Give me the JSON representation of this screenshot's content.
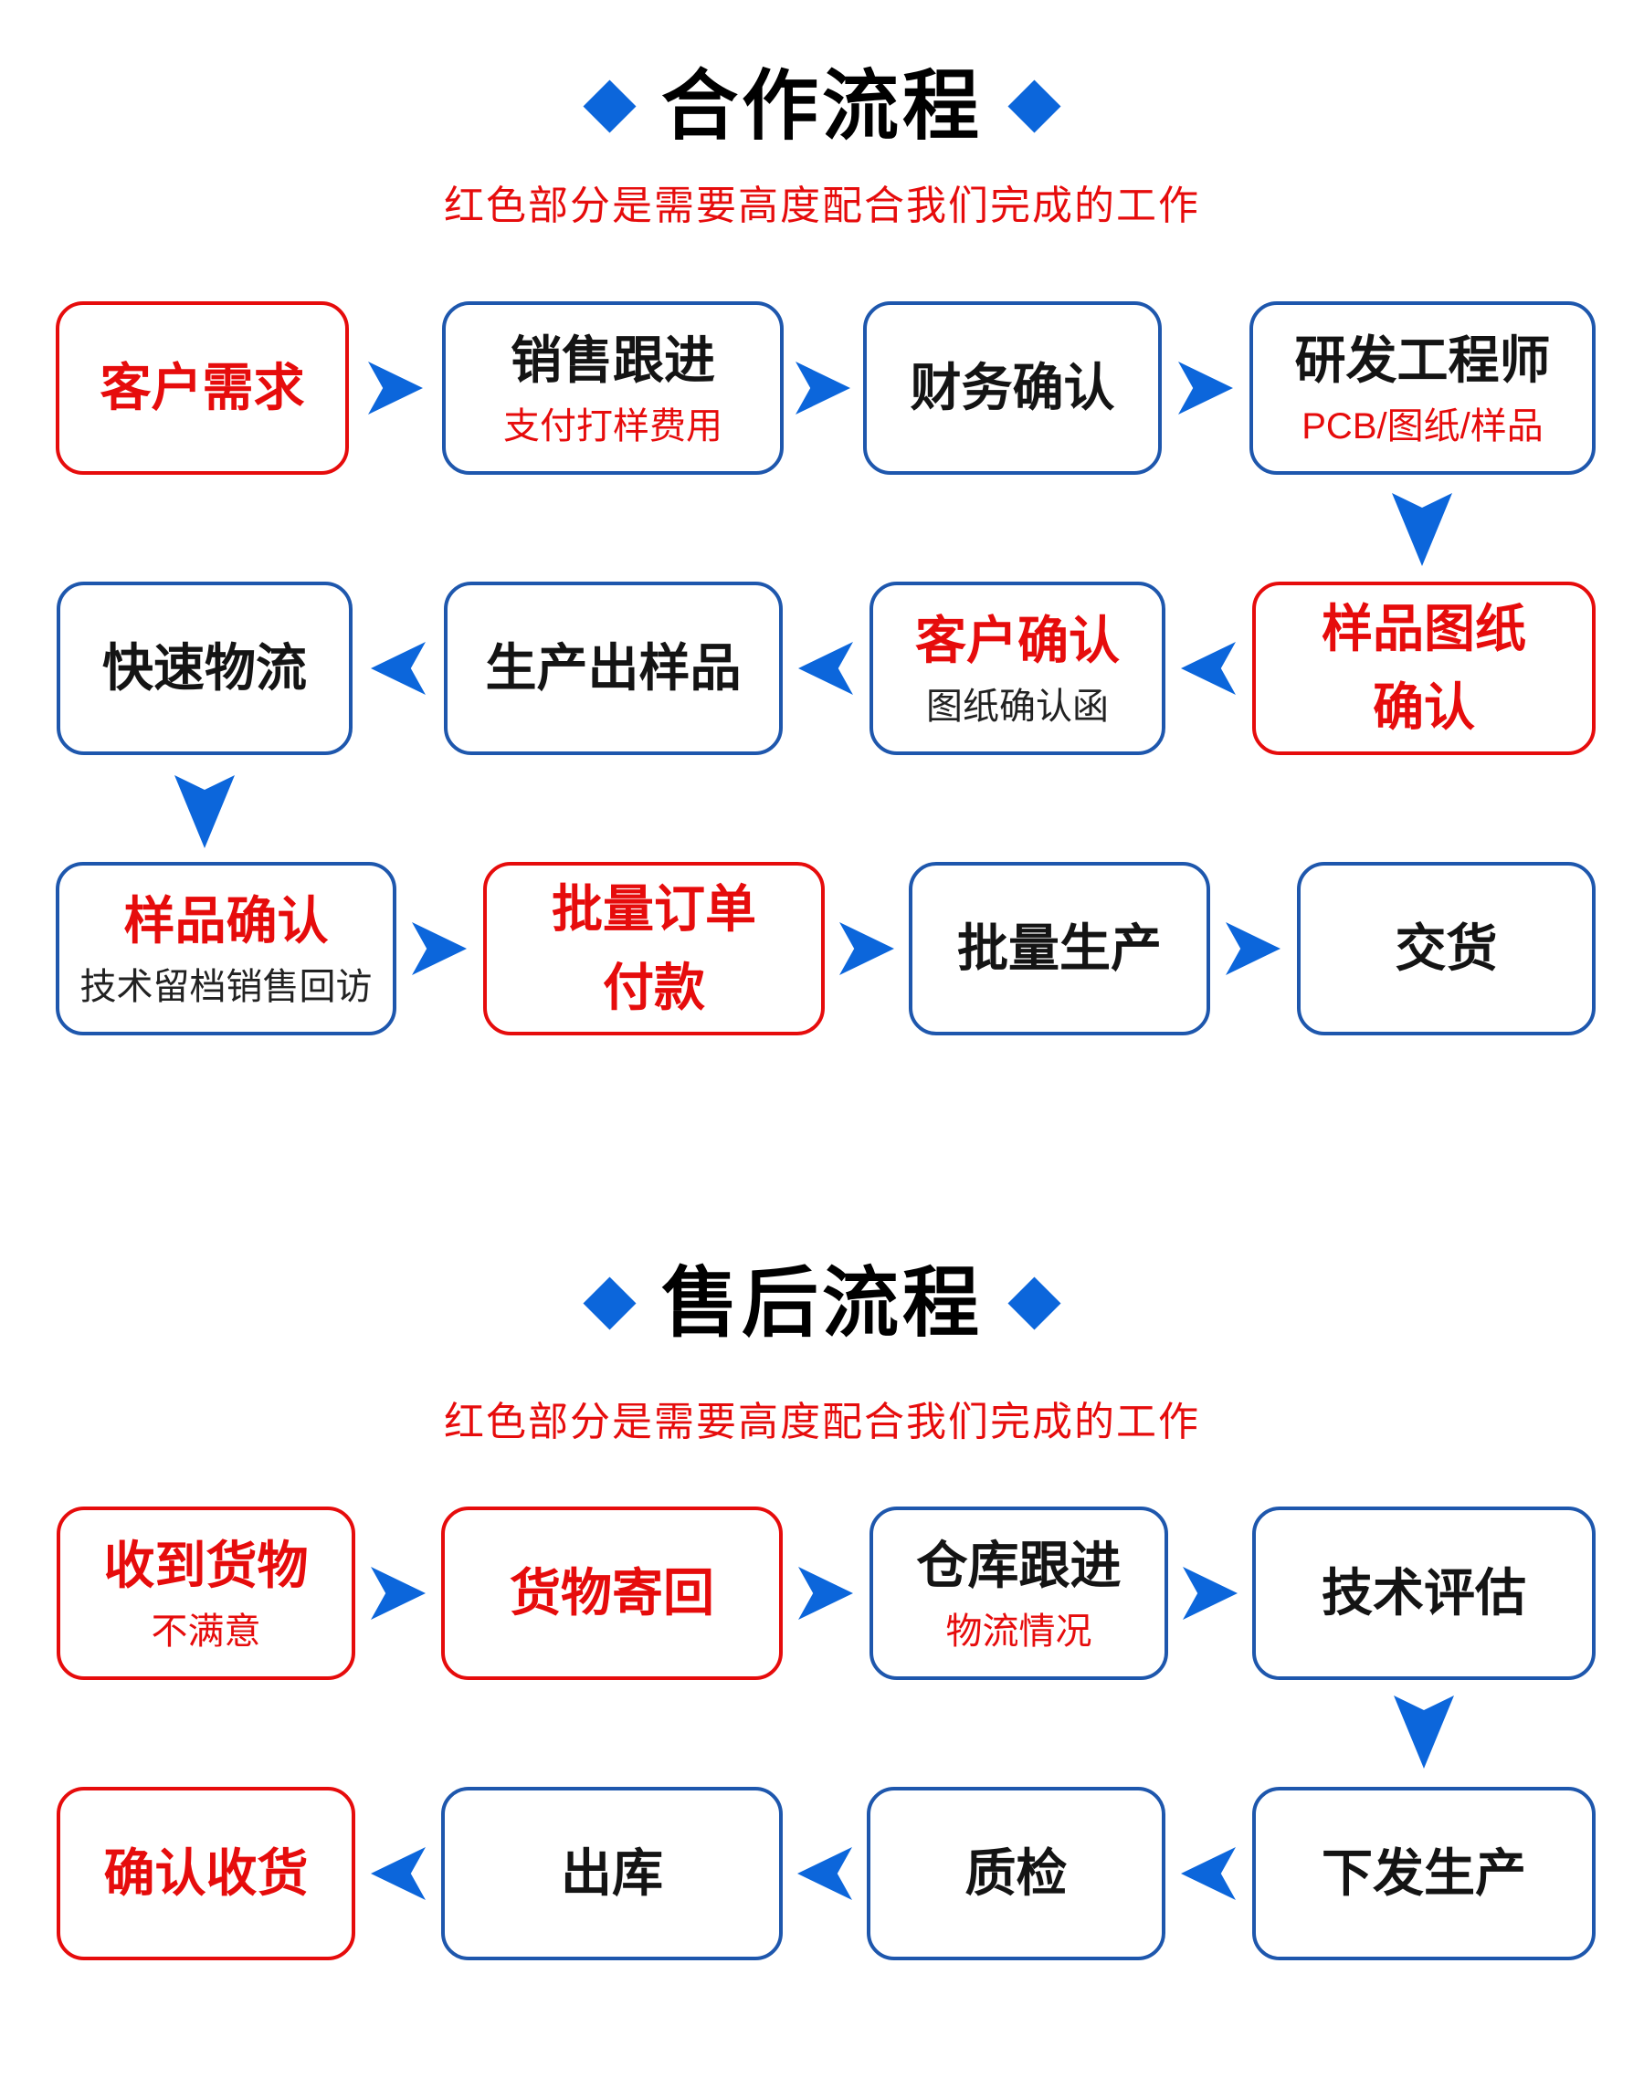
{
  "colors": {
    "arrow_blue": "#0c66db",
    "box_border_blue": "#1e57ad",
    "red": "#e60c0c",
    "black": "#141414"
  },
  "section1": {
    "title": "合作流程",
    "subtitle": "红色部分是需要高度配合我们完成的工作",
    "row1": {
      "box1": {
        "title": "客户需求"
      },
      "box2": {
        "title": "销售跟进",
        "subtitle": "支付打样费用"
      },
      "box3": {
        "title": "财务确认"
      },
      "box4": {
        "title": "研发工程师",
        "subtitle": "PCB/图纸/样品"
      }
    },
    "row2": {
      "box1": {
        "title": "快速物流"
      },
      "box2": {
        "title": "生产出样品"
      },
      "box3": {
        "title": "客户确认",
        "subtitle": "图纸确认函"
      },
      "box4": {
        "line1": "样品图纸",
        "line2": "确认"
      }
    },
    "row3": {
      "box1": {
        "title": "样品确认",
        "subtitle": "技术留档销售回访"
      },
      "box2": {
        "line1": "批量订单",
        "line2": "付款"
      },
      "box3": {
        "title": "批量生产"
      },
      "box4": {
        "title": "交货"
      }
    }
  },
  "section2": {
    "title": "售后流程",
    "subtitle": "红色部分是需要高度配合我们完成的工作",
    "row1": {
      "box1": {
        "title": "收到货物",
        "subtitle": "不满意"
      },
      "box2": {
        "title": "货物寄回"
      },
      "box3": {
        "title": "仓库跟进",
        "subtitle": "物流情况"
      },
      "box4": {
        "title": "技术评估"
      }
    },
    "row2": {
      "box1": {
        "title": "确认收货"
      },
      "box2": {
        "title": "出库"
      },
      "box3": {
        "title": "质检"
      },
      "box4": {
        "title": "下发生产"
      }
    }
  }
}
